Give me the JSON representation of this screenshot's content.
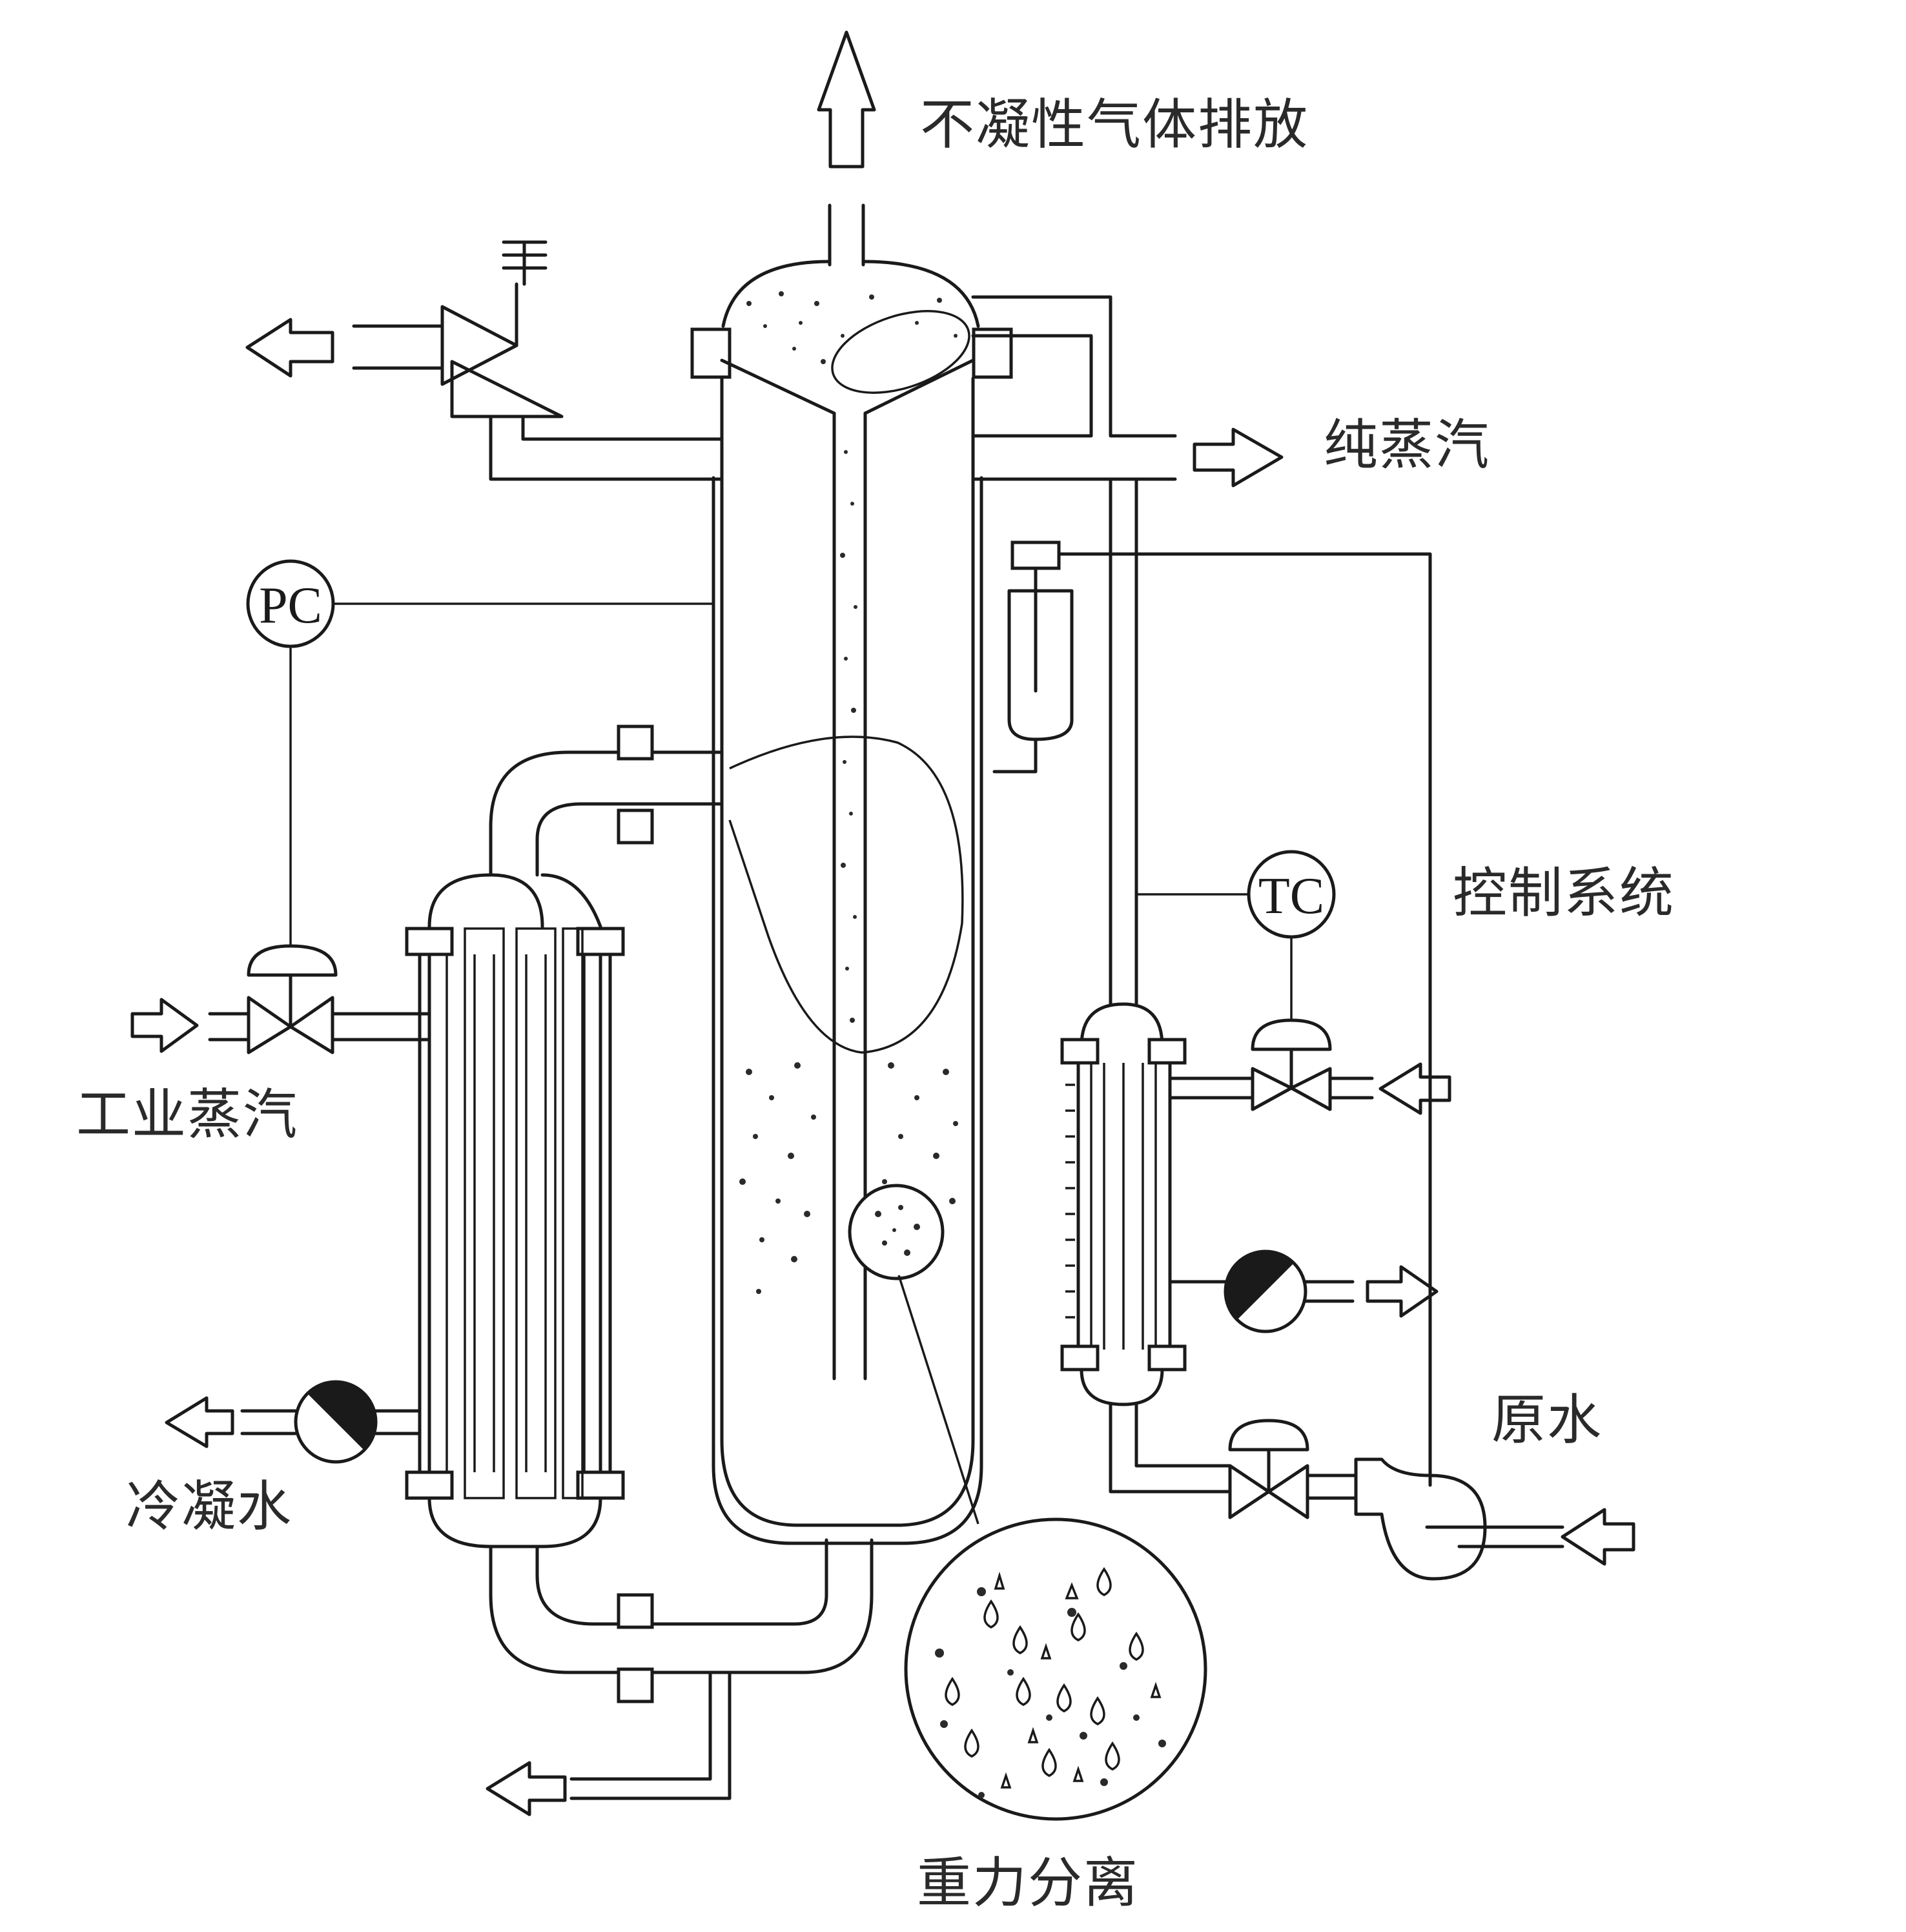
{
  "labels": {
    "vent": "不凝性气体排放",
    "pure_steam": "纯蒸汽",
    "control_system": "控制系统",
    "industrial_steam": "工业蒸汽",
    "condensate": "冷凝水",
    "raw_water": "原水",
    "gravity_separation": "重力分离"
  },
  "instruments": {
    "pressure_controller": "PC",
    "temperature_controller": "TC"
  }
}
